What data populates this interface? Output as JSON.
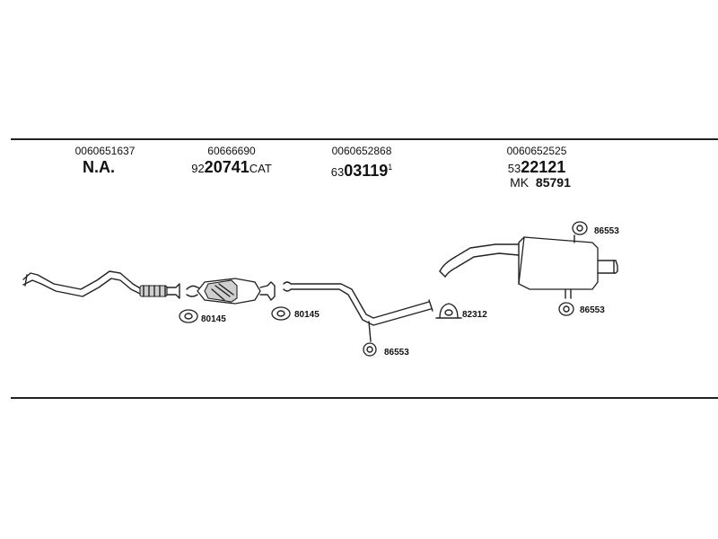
{
  "columns": [
    {
      "oe": "0060651637",
      "part_big": "N.A.",
      "part_prefix": "",
      "part_suffix": "",
      "part_sup": ""
    },
    {
      "oe": "60666690",
      "part_prefix": "92",
      "part_big": "20741",
      "part_suffix": "CAT",
      "part_sup": ""
    },
    {
      "oe": "0060652868",
      "part_prefix": "63",
      "part_big": "03119",
      "part_suffix": "",
      "part_sup": "1"
    },
    {
      "oe": "0060652525",
      "part_prefix": "53",
      "part_big": "22121",
      "part_suffix": "",
      "part_sup": ""
    }
  ],
  "mk": {
    "prefix": "MK",
    "number": "85791"
  },
  "components": {
    "gasket_1": "80145",
    "gasket_2": "80145",
    "hanger_middle": "86553",
    "clamp": "82312",
    "hanger_rear_top": "86553",
    "hanger_rear_bottom": "86553"
  }
}
